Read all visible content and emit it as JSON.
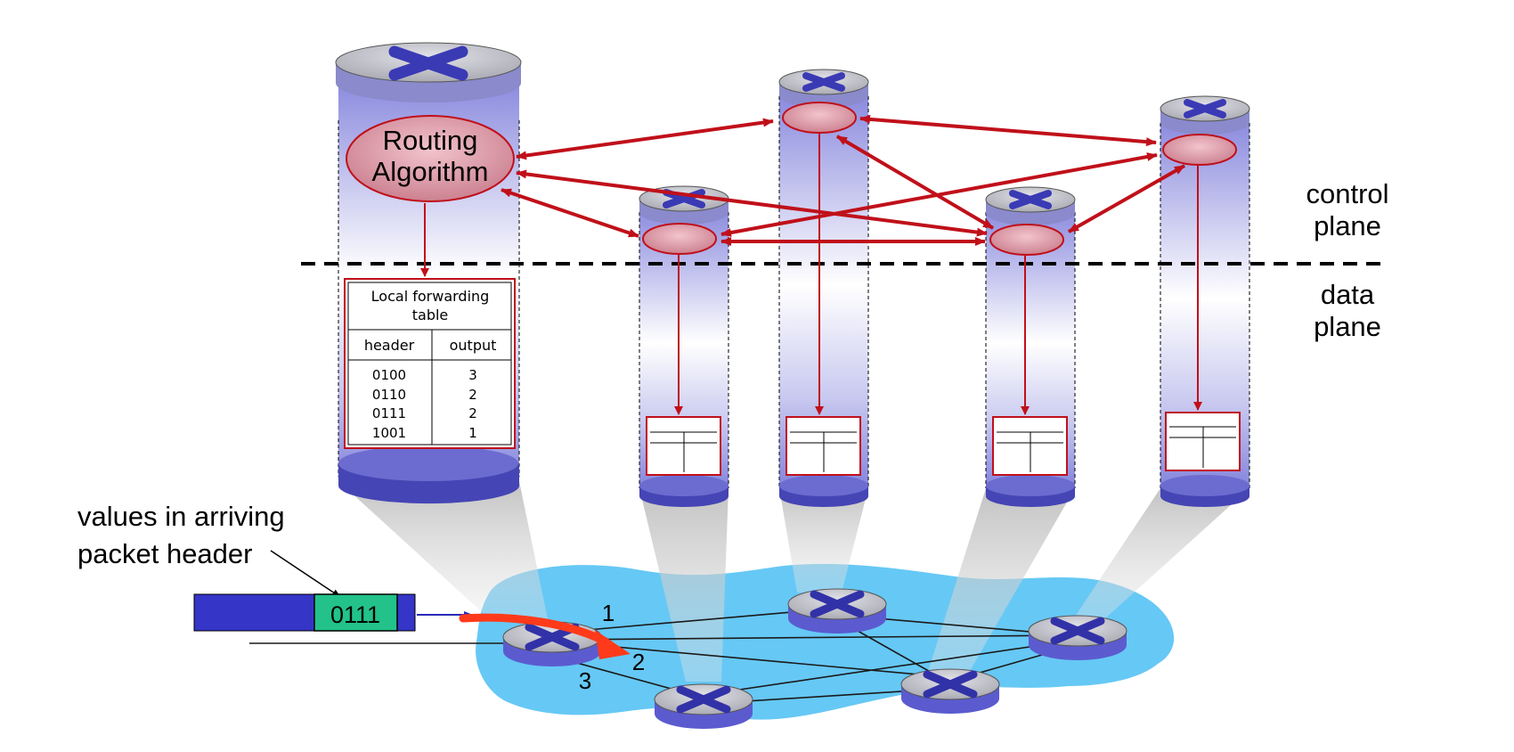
{
  "labels": {
    "control_plane": [
      "control",
      "plane"
    ],
    "data_plane": [
      "data",
      "plane"
    ],
    "routing_algorithm": [
      "Routing",
      "Algorithm"
    ],
    "values_caption": [
      "values in arriving",
      "packet header"
    ],
    "packet_value": "0111",
    "port_numbers": [
      "1",
      "2",
      "3"
    ]
  },
  "forwarding_table": {
    "title": [
      "Local forwarding",
      "table"
    ],
    "columns": [
      "header",
      "output"
    ],
    "rows": [
      [
        "0100",
        "3"
      ],
      [
        "0110",
        "2"
      ],
      [
        "0111",
        "2"
      ],
      [
        "1001",
        "1"
      ]
    ]
  },
  "colors": {
    "control_arrow": "#c0101a",
    "network_cloud": "#66c8f5",
    "router_top": "#b8b8c0",
    "router_side": "#5b5bcf",
    "packet_body": "#3535c8",
    "packet_header": "#22c28a",
    "forwarding_arrow": "#ff3a1a"
  }
}
